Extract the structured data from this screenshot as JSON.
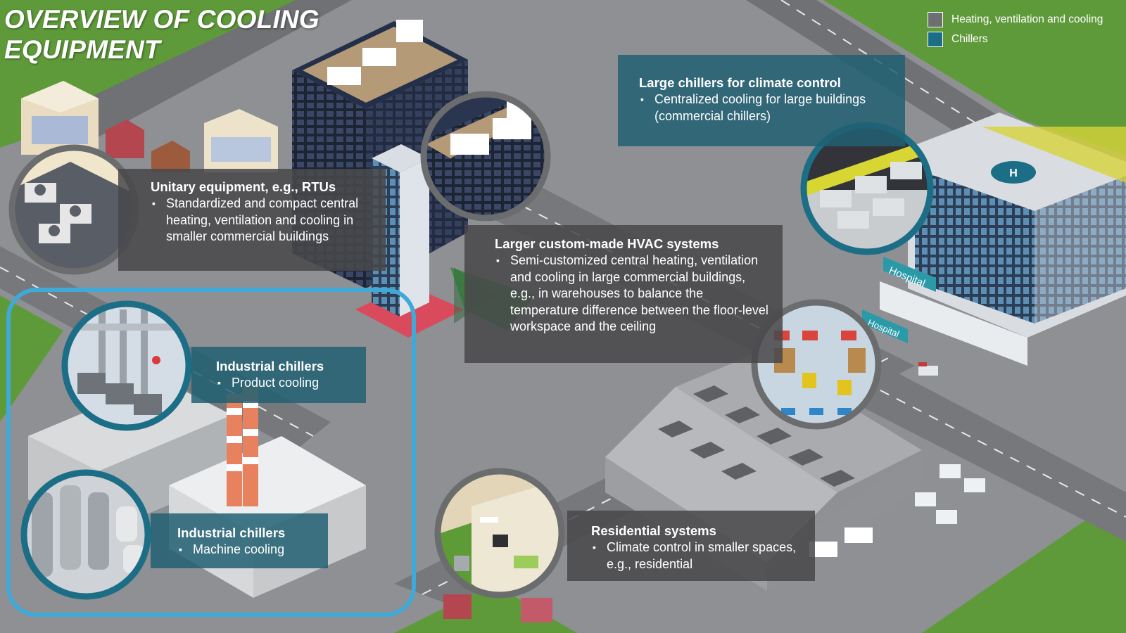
{
  "title": "OVERVIEW OF COOLING EQUIPMENT",
  "legend": [
    {
      "label": "Heating, ventilation and cooling",
      "color": "#6e6f71"
    },
    {
      "label": "Chillers",
      "color": "#1c6e86"
    }
  ],
  "callouts": {
    "unitary": {
      "heading": "Unitary equipment, e.g., RTUs",
      "bullet": "Standardized and compact central heating, ventilation and cooling in smaller commercial buildings"
    },
    "hvac": {
      "heading": "Larger custom-made HVAC systems",
      "bullet": "Semi-customized central heating, ventilation and cooling in large commercial buildings, e.g., in warehouses to balance the temperature difference between the floor-level workspace and the ceiling"
    },
    "large_chillers": {
      "heading": "Large chillers for climate control",
      "bullet": "Centralized cooling for large buildings (commercial chillers)"
    },
    "industrial_product": {
      "heading": "Industrial chillers",
      "bullet": "Product cooling"
    },
    "industrial_machine": {
      "heading": "Industrial chillers",
      "bullet": "Machine cooling"
    },
    "residential": {
      "heading": "Residential systems",
      "bullet": "Climate control in smaller spaces, e.g., residential"
    }
  },
  "signs": {
    "hospital": "Hospital"
  },
  "colors": {
    "hvac_box": "#48484a",
    "chiller_box": "#216072",
    "highlight_frame": "#3fa9d8"
  }
}
